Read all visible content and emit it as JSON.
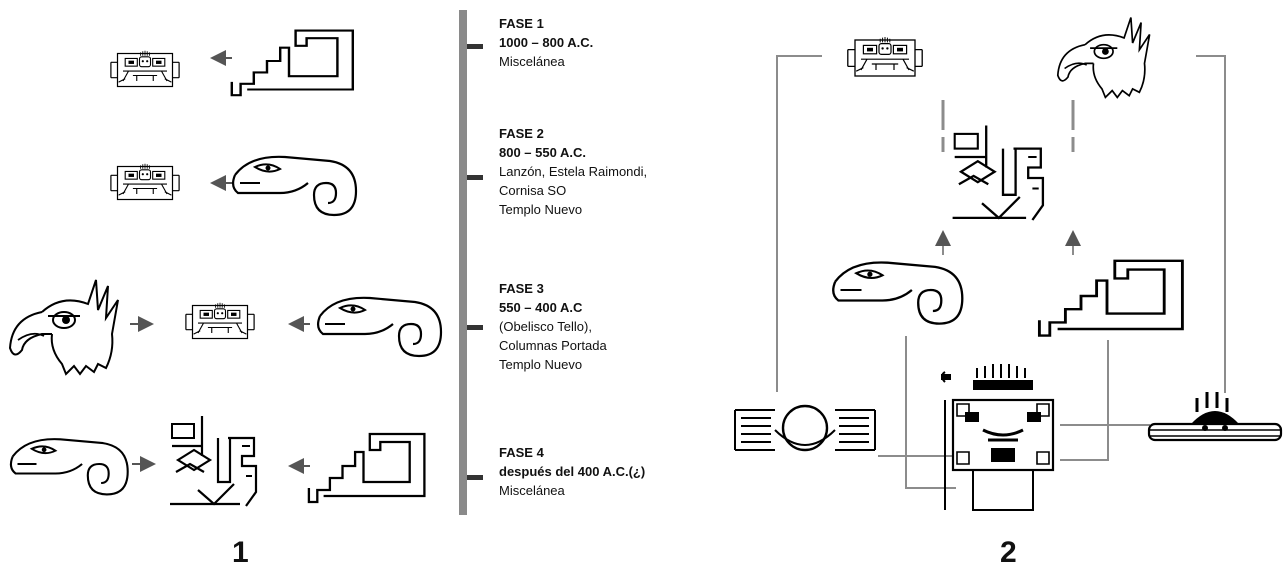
{
  "phases": [
    {
      "title": "FASE 1",
      "dates": "1000 – 800 A.C.",
      "notes": "Miscelánea"
    },
    {
      "title": "FASE 2",
      "dates": "800 – 550 A.C.",
      "notes": "Lanzón, Estela Raimondi,\nCornisa SO\nTemplo Nuevo"
    },
    {
      "title": "FASE 3",
      "dates": "550 – 400 A.C",
      "notes": "(Obelisco Tello),\nColumnas Portada\nTemplo Nuevo"
    },
    {
      "title": "FASE 4",
      "dates": "después del 400 A.C.(¿)",
      "notes": "Miscelánea"
    }
  ],
  "panels": {
    "left_number": "1",
    "right_number": "2"
  },
  "colors": {
    "timeline": "#8a8a8a",
    "line": "#000000",
    "connector": "#8c8c8c"
  }
}
